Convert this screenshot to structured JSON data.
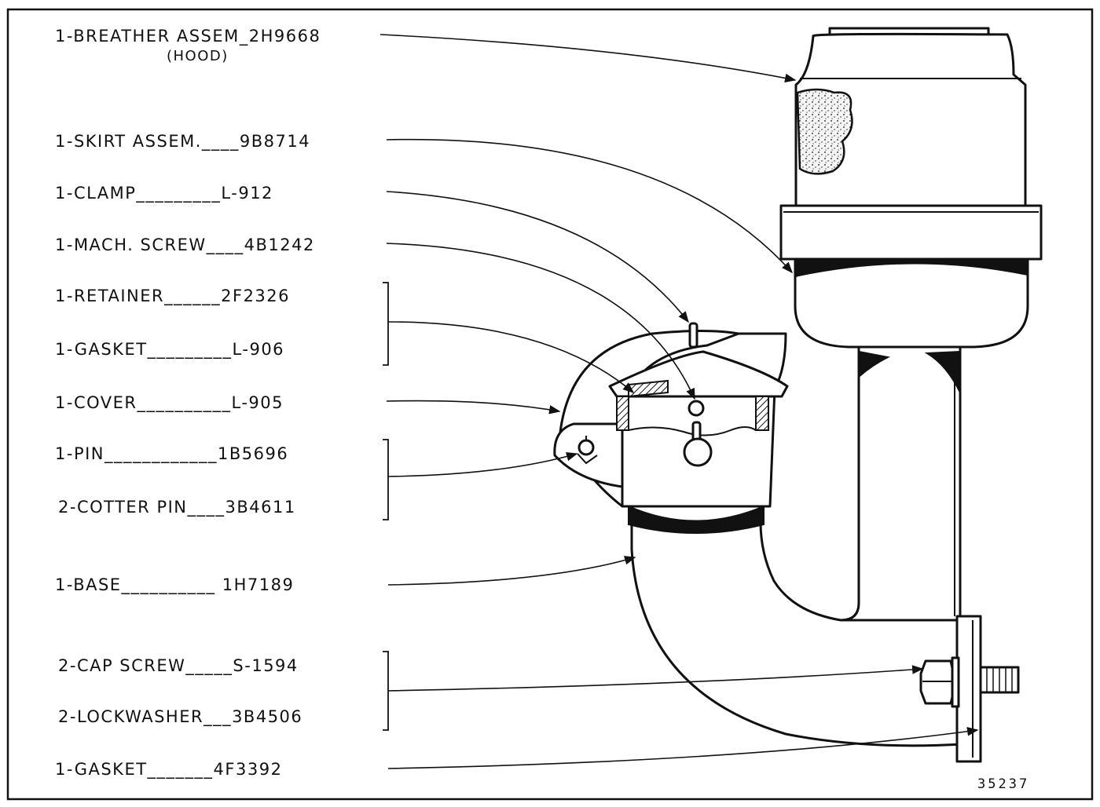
{
  "diagram": {
    "labels": [
      {
        "id": "breather",
        "text": "1-BREATHER ASSEM_2H9668",
        "sub": "(HOOD)"
      },
      {
        "id": "skirt",
        "text": "1-SKIRT ASSEM.____9B8714"
      },
      {
        "id": "clamp",
        "text": "1-CLAMP_________L-912"
      },
      {
        "id": "mach-screw",
        "text": "1-MACH. SCREW____4B1242"
      },
      {
        "id": "retainer",
        "text": "1-RETAINER______2F2326"
      },
      {
        "id": "gasket-1",
        "text": "1-GASKET_________L-906"
      },
      {
        "id": "cover",
        "text": "1-COVER__________L-905"
      },
      {
        "id": "pin",
        "text": "1-PIN____________1B5696"
      },
      {
        "id": "cotter-pin",
        "text": "2-COTTER PIN____3B4611"
      },
      {
        "id": "base",
        "text": "1-BASE__________ 1H7189"
      },
      {
        "id": "cap-screw",
        "text": "2-CAP SCREW_____S-1594"
      },
      {
        "id": "lockwasher",
        "text": "2-LOCKWASHER___3B4506"
      },
      {
        "id": "gasket-2",
        "text": "1-GASKET_______4F3392"
      }
    ],
    "figure_number": "35237"
  }
}
